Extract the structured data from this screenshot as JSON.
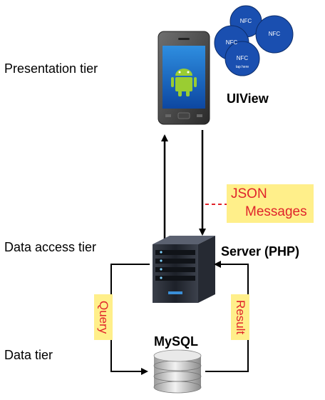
{
  "tiers": {
    "presentation": "Presentation tier",
    "data_access": "Data access tier",
    "data": "Data tier"
  },
  "components": {
    "uiview": "UIView",
    "server": "Server (PHP)",
    "mysql": "MySQL"
  },
  "messages": {
    "json_line1": "JSON",
    "json_line2": "Messages",
    "query": "Query",
    "result": "Result"
  },
  "nfc_tags": [
    "NFC",
    "NFC",
    "NFC",
    "NFC"
  ],
  "nfc_tag_caption": "tap here",
  "colors": {
    "arrow": "#000000",
    "note_bg": "#ffef8a",
    "note_text": "#e0242b",
    "dashed_connector": "#e0242b",
    "nfc_blue": "#1a4fb0",
    "phone_screen": "#1565c0",
    "android_green": "#9acd32"
  }
}
